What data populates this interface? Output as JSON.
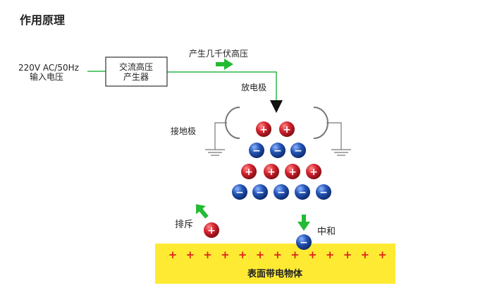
{
  "title": "作用原理",
  "input": {
    "voltage": "220V AC/50Hz",
    "label": "输入电压"
  },
  "generator": {
    "line1": "交流高压",
    "line2": "产生器"
  },
  "output_label": "产生几千伏高压",
  "emitter_label": "放电极",
  "ground_label": "接地极",
  "repel_label": "排斥",
  "neutralize_label": "中和",
  "surface": {
    "label": "表面带电物体",
    "charge_count": 13,
    "charge_symbol": "+"
  },
  "ions": {
    "positive_symbol": "+",
    "negative_symbol": "−"
  },
  "colors": {
    "wire": "#2db84a",
    "arrow": "#22bb33",
    "positive_ion": "#c8202a",
    "negative_ion": "#1f4fa8",
    "surface_fill": "#ffea33",
    "surface_charge": "#e0201f",
    "ground": "#777777"
  }
}
